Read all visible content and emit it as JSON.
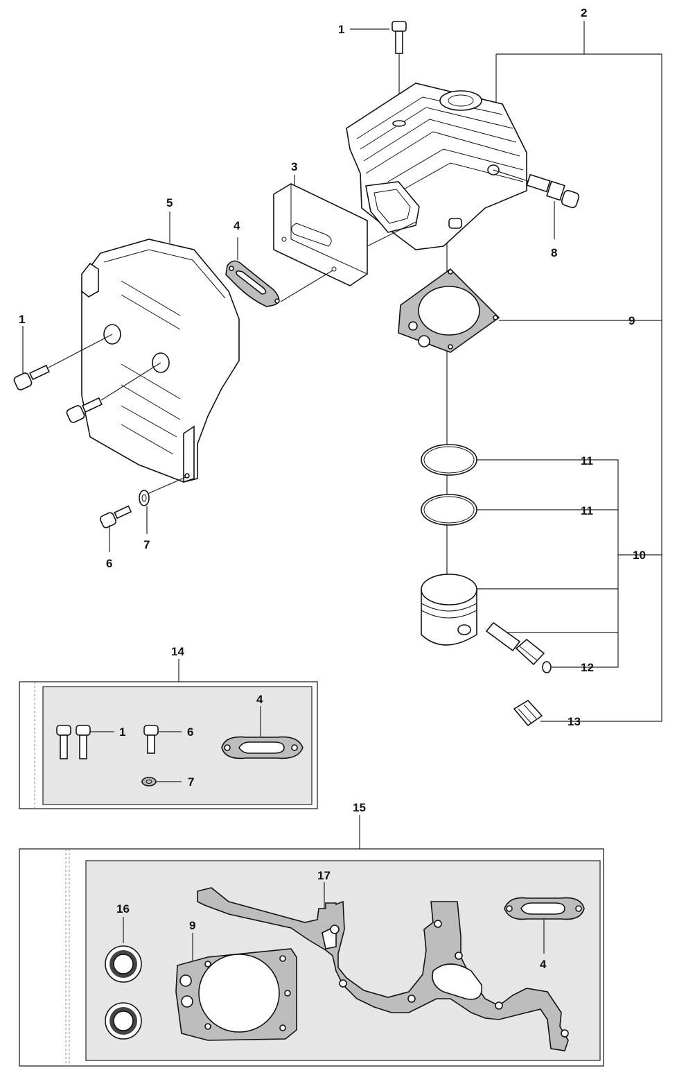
{
  "labels": {
    "l1_top": "1",
    "l2": "2",
    "l3": "3",
    "l4": "4",
    "l5": "5",
    "l1_left": "1",
    "l8": "8",
    "l9": "9",
    "l11a": "11",
    "l11b": "11",
    "l10": "10",
    "l6": "6",
    "l7": "7",
    "l12": "12",
    "l13": "13",
    "l14": "14",
    "k14_1": "1",
    "k14_6": "6",
    "k14_4": "4",
    "k14_7": "7",
    "l15": "15",
    "l17": "17",
    "l16": "16",
    "k15_9": "9",
    "k15_4": "4"
  },
  "colors": {
    "line": "#222222",
    "kit_fill": "#e6e6e6",
    "gasket_fill": "#bdbdbd"
  }
}
